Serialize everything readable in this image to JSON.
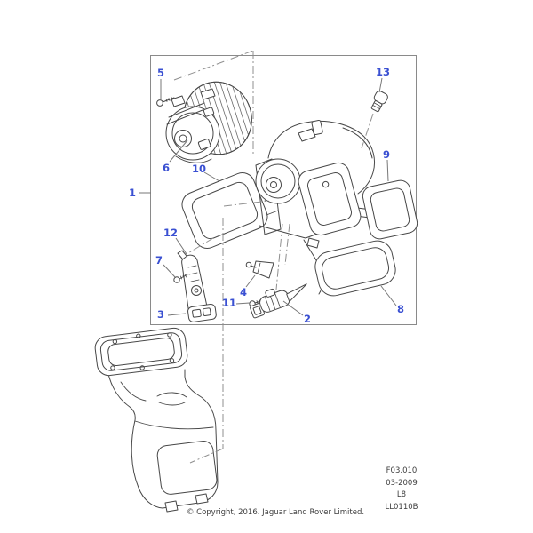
{
  "diagram": {
    "callouts": {
      "1": "1",
      "2": "2",
      "3": "3",
      "4": "4",
      "5": "5",
      "6": "6",
      "7": "7",
      "8": "8",
      "9": "9",
      "10": "10",
      "11": "11",
      "12": "12",
      "13": "13"
    }
  },
  "footer": {
    "copyright": "© Copyright, 2016. Jaguar Land Rover Limited."
  },
  "reference": {
    "line1": "F03.010",
    "line2": "03-2009",
    "line3": "L8",
    "line4": "LL0110B"
  },
  "colors": {
    "callout_blue": "#3a50d2",
    "leader_gray": "#777777",
    "artwork_gray": "#474747",
    "frame_gray": "#8a8a8a",
    "footer_text": "#3d3d3d",
    "background": "#ffffff"
  }
}
